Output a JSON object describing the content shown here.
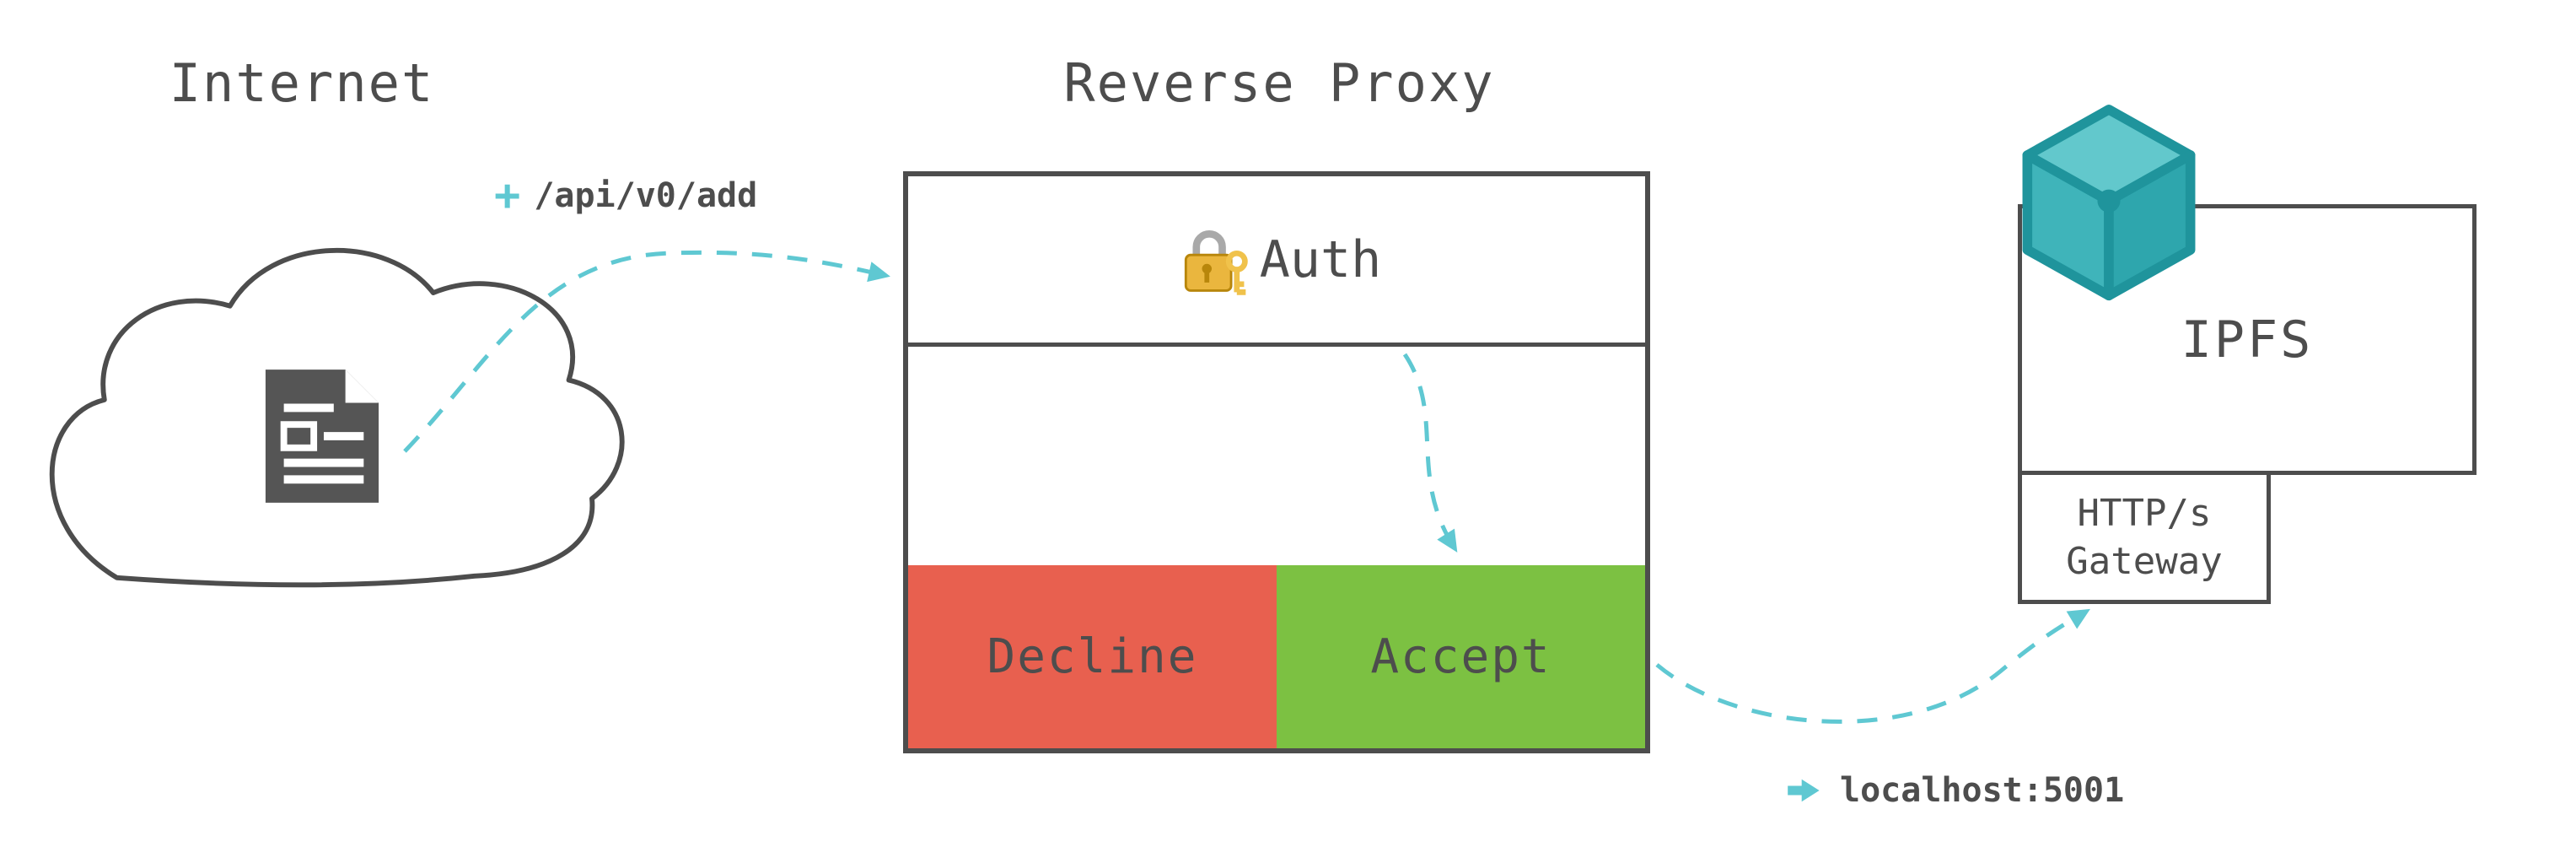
{
  "diagram": {
    "internet": {
      "title": "Internet"
    },
    "request": {
      "plus": "+",
      "route": "/api/v0/add"
    },
    "reverse_proxy": {
      "title": "Reverse Proxy",
      "auth": "Auth",
      "decline": "Decline",
      "accept": "Accept"
    },
    "ipfs": {
      "title": "IPFS",
      "gateway_line1": "HTTP/s",
      "gateway_line2": "Gateway"
    },
    "endpoint": {
      "text": "localhost:5001"
    }
  },
  "icons": {
    "cloud": "cloud-outline",
    "document": "document-file",
    "lock": "padlock-with-key",
    "cube": "ipfs-3d-cube",
    "plus": "plus",
    "endpoint_arrow": "right-block-arrow"
  },
  "colors": {
    "outline": "#4d4d4d",
    "textc": "#4d4d4d",
    "decline": "#e8604f",
    "accept": "#7cc142",
    "arrow": "#5fc8d2",
    "doc": "#555555",
    "gold": "#eab63e",
    "gold_dark": "#b8860b",
    "shackle": "#a9a9a9",
    "key_gold": "#f0c24b",
    "cube_top": "#62c8cc",
    "cube_left": "#3fb4ba",
    "cube_right": "#2ea6ad",
    "cube_edge": "#1f949c"
  }
}
